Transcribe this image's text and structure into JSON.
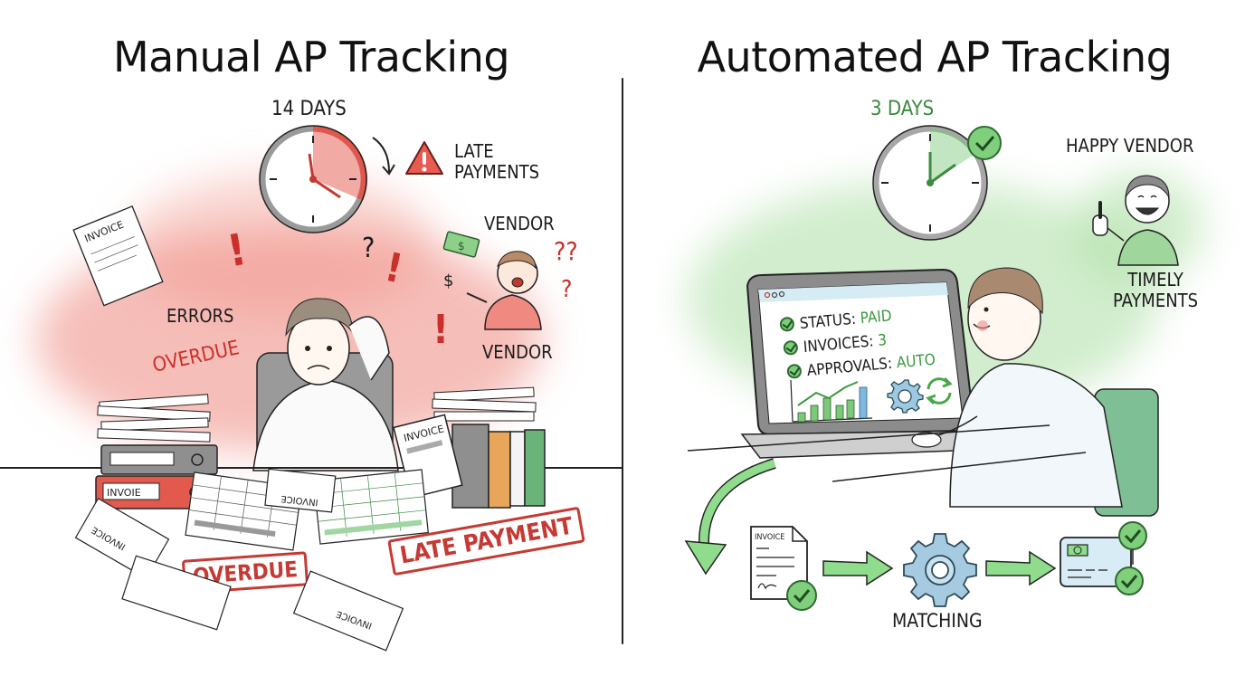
{
  "manual": {
    "title": "Manual AP Tracking",
    "clock_label": "14 DAYS",
    "alert_label_line1": "LATE",
    "alert_label_line2": "PAYMENTS",
    "vendor_label_top": "VENDOR",
    "vendor_label_bottom": "VENDOR",
    "errors_label": "ERRORS",
    "overdue_label": "OVERDUE",
    "stamp_overdue": "OVERDUE",
    "stamp_late_payment": "LATE PAYMENT",
    "paper_labels": [
      "INVOICE",
      "INVOIE",
      "INVOICE",
      "INVOICE",
      "INVOICE",
      "INVOICE"
    ],
    "accent_color": "#e0524a"
  },
  "automated": {
    "title": "Automated AP Tracking",
    "clock_label": "3 DAYS",
    "happy_vendor_label": "HAPPY VENDOR",
    "timely_label_line1": "TIMELY",
    "timely_label_line2": "PAYMENTS",
    "screen": {
      "rows": [
        {
          "key": "STATUS:",
          "value": "PAID"
        },
        {
          "key": "INVOICES:",
          "value": "3"
        },
        {
          "key": "APPROVALS:",
          "value": "AUTO"
        }
      ]
    },
    "flow": {
      "invoice_label": "INVOICE",
      "matching_label": "MATCHING"
    },
    "accent_color": "#5cb85c"
  }
}
